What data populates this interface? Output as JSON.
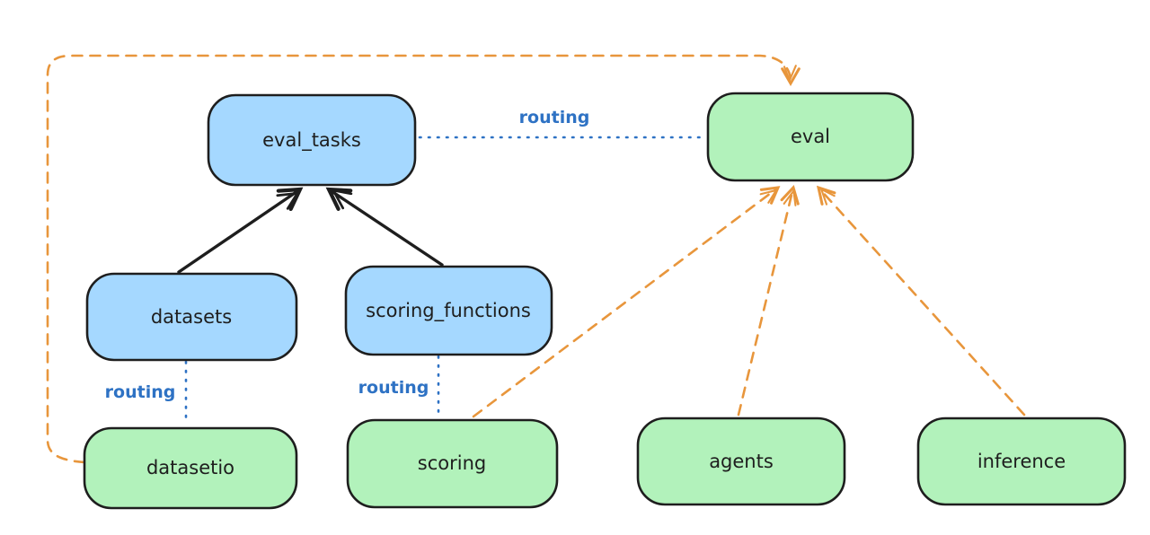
{
  "diagram": {
    "background": "#ffffff",
    "colors": {
      "blue_fill": "#a5d8ff",
      "green_fill": "#b2f2bb",
      "node_stroke": "#1e1e1e",
      "black_arrow": "#1e1e1e",
      "routing_blue": "#2e72c4",
      "orange": "#e8963c"
    },
    "nodes": [
      {
        "id": "eval_tasks",
        "label": "eval_tasks",
        "color": "blue"
      },
      {
        "id": "eval",
        "label": "eval",
        "color": "green"
      },
      {
        "id": "datasets",
        "label": "datasets",
        "color": "blue"
      },
      {
        "id": "scoring_functions",
        "label": "scoring_functions",
        "color": "blue"
      },
      {
        "id": "datasetio",
        "label": "datasetio",
        "color": "green"
      },
      {
        "id": "scoring",
        "label": "scoring",
        "color": "green"
      },
      {
        "id": "agents",
        "label": "agents",
        "color": "green"
      },
      {
        "id": "inference",
        "label": "inference",
        "color": "green"
      }
    ],
    "edges": [
      {
        "from": "datasets",
        "to": "eval_tasks",
        "style": "solid",
        "color": "black",
        "arrow": true,
        "label": ""
      },
      {
        "from": "scoring_functions",
        "to": "eval_tasks",
        "style": "solid",
        "color": "black",
        "arrow": true,
        "label": ""
      },
      {
        "from": "eval_tasks",
        "to": "eval",
        "style": "dotted",
        "color": "blue",
        "arrow": false,
        "label": "routing"
      },
      {
        "from": "datasets",
        "to": "datasetio",
        "style": "dotted",
        "color": "blue",
        "arrow": false,
        "label": "routing"
      },
      {
        "from": "scoring_functions",
        "to": "scoring",
        "style": "dotted",
        "color": "blue",
        "arrow": false,
        "label": "routing"
      },
      {
        "from": "datasetio",
        "to": "eval",
        "style": "dashed",
        "color": "orange",
        "arrow": true,
        "label": ""
      },
      {
        "from": "scoring",
        "to": "eval",
        "style": "dashed",
        "color": "orange",
        "arrow": true,
        "label": ""
      },
      {
        "from": "agents",
        "to": "eval",
        "style": "dashed",
        "color": "orange",
        "arrow": true,
        "label": ""
      },
      {
        "from": "inference",
        "to": "eval",
        "style": "dashed",
        "color": "orange",
        "arrow": true,
        "label": ""
      }
    ]
  }
}
